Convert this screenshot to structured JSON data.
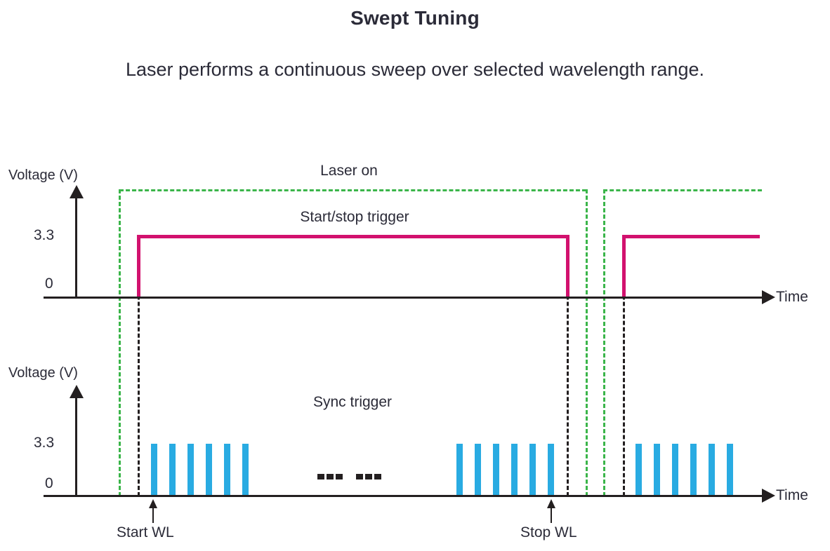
{
  "title": "Swept Tuning",
  "subtitle": "Laser performs a continuous sweep over selected wavelength range.",
  "colors": {
    "ink": "#231f20",
    "text": "#2b2b38",
    "laser_on_green": "#3bb54a",
    "trigger_magenta": "#d2116e",
    "sync_blue": "#29abe2"
  },
  "top_chart": {
    "y_axis_label": "Voltage (V)",
    "x_axis_label": "Time",
    "tick_high": "3.3",
    "tick_low": "0",
    "laser_on_label": "Laser on",
    "trigger_label": "Start/stop trigger"
  },
  "bottom_chart": {
    "y_axis_label": "Voltage (V)",
    "x_axis_label": "Time",
    "tick_high": "3.3",
    "tick_low": "0",
    "sync_label": "Sync trigger"
  },
  "annotations": {
    "start_wl_label": "Start WL",
    "stop_wl_label": "Stop WL"
  },
  "sync_pulses": {
    "groups": [
      {
        "count": 6
      },
      {
        "count": 6
      },
      {
        "count": 6
      }
    ]
  }
}
